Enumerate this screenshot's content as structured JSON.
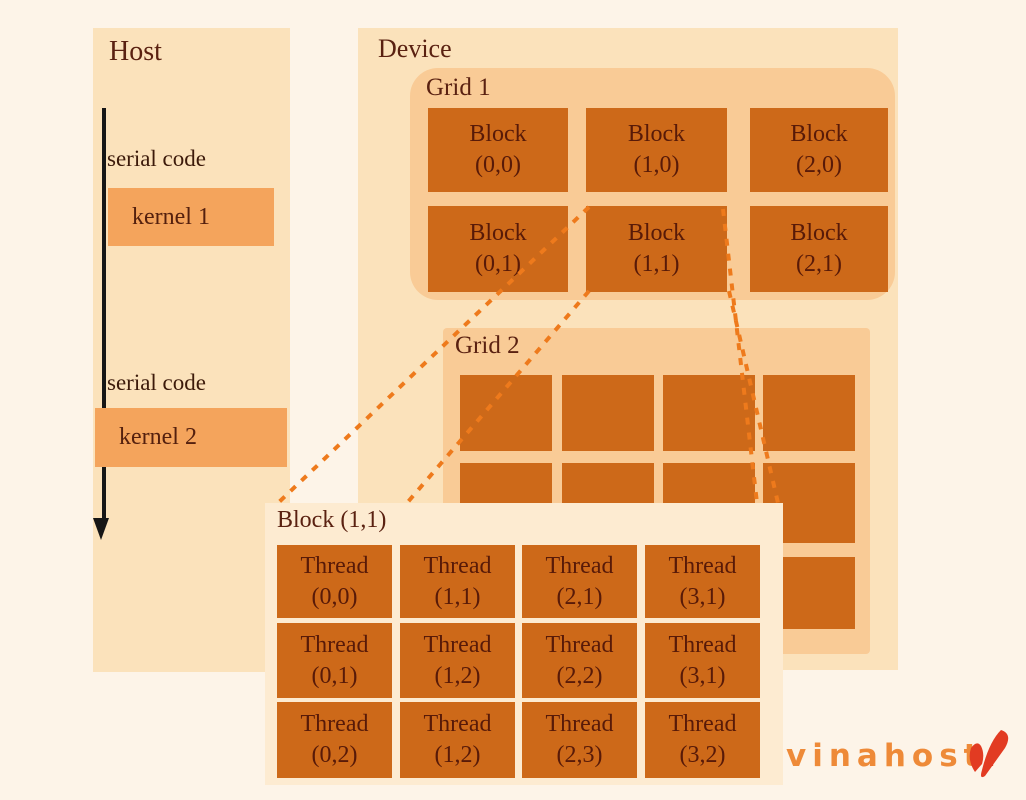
{
  "palette": {
    "background": "#fdf4e8",
    "panel_light": "#fbe2bb",
    "panel_mid": "#f9cb96",
    "popup_panel": "#fdebd1",
    "block_orange": "#cd6919",
    "kernel_orange": "#f4a45c",
    "dotted_line": "#ee7a1c",
    "heading_text": "#5a2111",
    "block_text": "#581a08",
    "arrow_black": "#161616",
    "logo_orange": "#ee8a38",
    "logo_red": "#e23b22"
  },
  "host": {
    "title": "Host",
    "serial_code_1": "serial code",
    "kernel_1": "kernel 1",
    "serial_code_2": "serial code",
    "kernel_2": "kernel 2"
  },
  "device": {
    "title": "Device",
    "grid1": {
      "title": "Grid 1",
      "blocks": [
        {
          "line1": "Block",
          "line2": "(0,0)"
        },
        {
          "line1": "Block",
          "line2": "(1,0)"
        },
        {
          "line1": "Block",
          "line2": "(2,0)"
        },
        {
          "line1": "Block",
          "line2": "(0,1)"
        },
        {
          "line1": "Block",
          "line2": "(1,1)"
        },
        {
          "line1": "Block",
          "line2": "(2,1)"
        }
      ]
    },
    "grid2": {
      "title": "Grid 2",
      "columns": 4,
      "rows": 3
    }
  },
  "block_detail": {
    "title": "Block (1,1)",
    "threads": [
      {
        "line1": "Thread",
        "line2": "(0,0)"
      },
      {
        "line1": "Thread",
        "line2": "(1,1)"
      },
      {
        "line1": "Thread",
        "line2": "(2,1)"
      },
      {
        "line1": "Thread",
        "line2": "(3,1)"
      },
      {
        "line1": "Thread",
        "line2": "(0,1)"
      },
      {
        "line1": "Thread",
        "line2": "(1,2)"
      },
      {
        "line1": "Thread",
        "line2": "(2,2)"
      },
      {
        "line1": "Thread",
        "line2": "(3,1)"
      },
      {
        "line1": "Thread",
        "line2": "(0,2)"
      },
      {
        "line1": "Thread",
        "line2": "(1,2)"
      },
      {
        "line1": "Thread",
        "line2": "(2,3)"
      },
      {
        "line1": "Thread",
        "line2": "(3,2)"
      }
    ]
  },
  "logo": {
    "name": "vinahost",
    "dot": "."
  }
}
